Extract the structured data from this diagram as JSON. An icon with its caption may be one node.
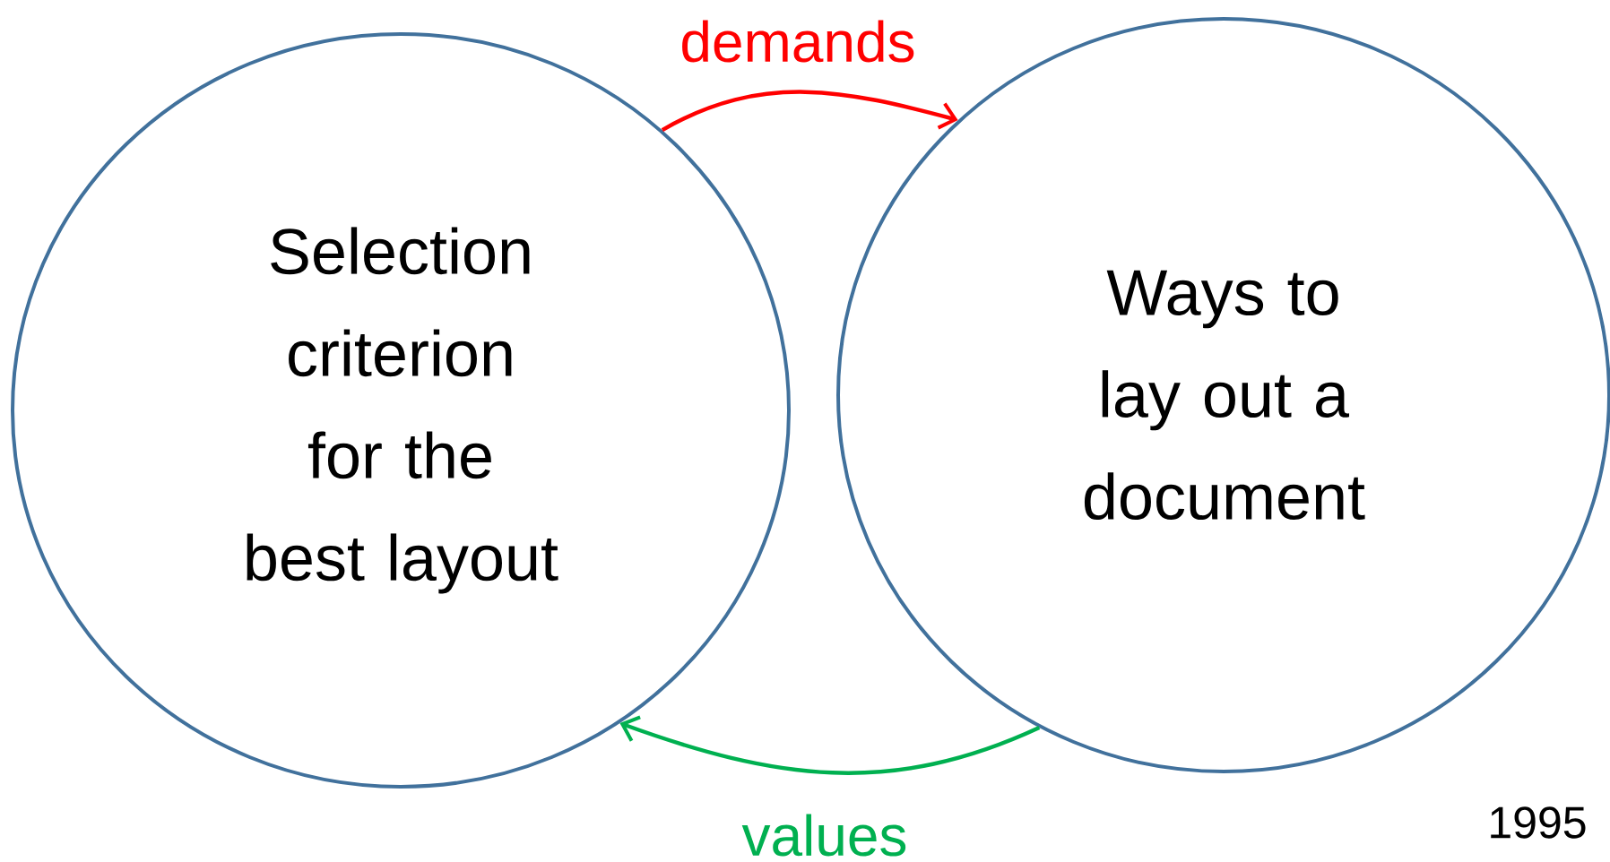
{
  "diagram": {
    "nodes": [
      {
        "text": [
          "Selection criterion for the best layout"
        ]
      },
      {
        "text": [
          "Ways to lay out a document"
        ]
      }
    ],
    "edges": [
      {
        "from": 0,
        "to": 1,
        "arrow": "to",
        "label": "demands",
        "color": "#ff0000"
      },
      {
        "from": 1,
        "to": 0,
        "arrow": "to",
        "label": "values",
        "color": "#00b050"
      }
    ],
    "labels": [
      "1995"
    ]
  }
}
